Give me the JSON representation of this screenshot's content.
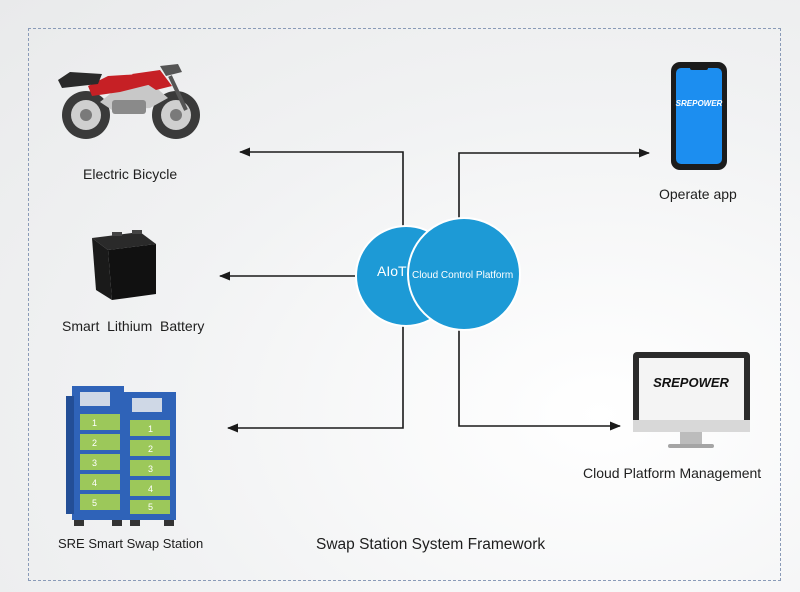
{
  "title": "Swap Station System Framework",
  "center": {
    "left_label": "AIoT",
    "right_label": "Cloud Control Platform"
  },
  "nodes": {
    "bicycle": "Electric Bicycle",
    "battery": "Smart  Lithium  Battery",
    "station": "SRE Smart Swap Station",
    "app": "Operate app",
    "cloud_management": "Cloud Platform Management"
  },
  "brand_logo": "SREPOWER",
  "station_compartments": [
    "1",
    "2",
    "3",
    "4",
    "5"
  ],
  "colors": {
    "circle_fill": "#1d9ad6",
    "circle_stroke": "#ffffff",
    "arrow": "#1a1a1a",
    "station_frame": "#2f63b8",
    "compartment": "#9cc85a",
    "screen": "#1c8ef0"
  }
}
